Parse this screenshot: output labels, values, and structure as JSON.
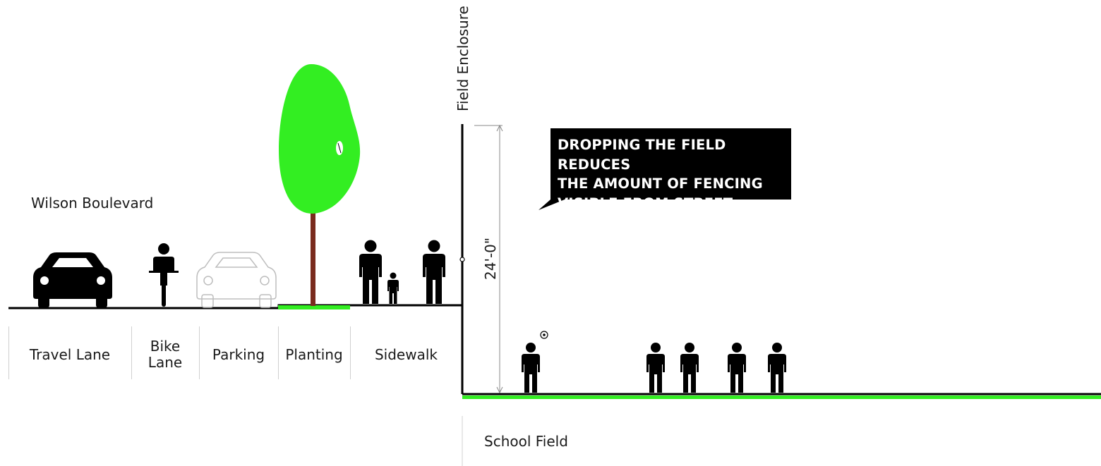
{
  "street": {
    "name": "Wilson Boulevard"
  },
  "segments": [
    {
      "key": "travel",
      "label": "Travel Lane"
    },
    {
      "key": "bike",
      "label": "Bike\nLane"
    },
    {
      "key": "parking",
      "label": "Parking"
    },
    {
      "key": "planting",
      "label": "Planting"
    },
    {
      "key": "sidewalk",
      "label": "Sidewalk"
    }
  ],
  "field": {
    "enclosure_label": "Field Enclosure",
    "height_dimension": "24'-0\"",
    "name": "School Field"
  },
  "callout": {
    "text": "DROPPING THE FIELD REDUCES\nTHE AMOUNT OF FENCING\nVISIBLE FROM STREET"
  },
  "colors": {
    "grass": "#33ee22",
    "trunk": "#7a2b1e",
    "ink": "#000000",
    "callout_bg": "#000000",
    "ghost_car": "#bdbdbd"
  }
}
